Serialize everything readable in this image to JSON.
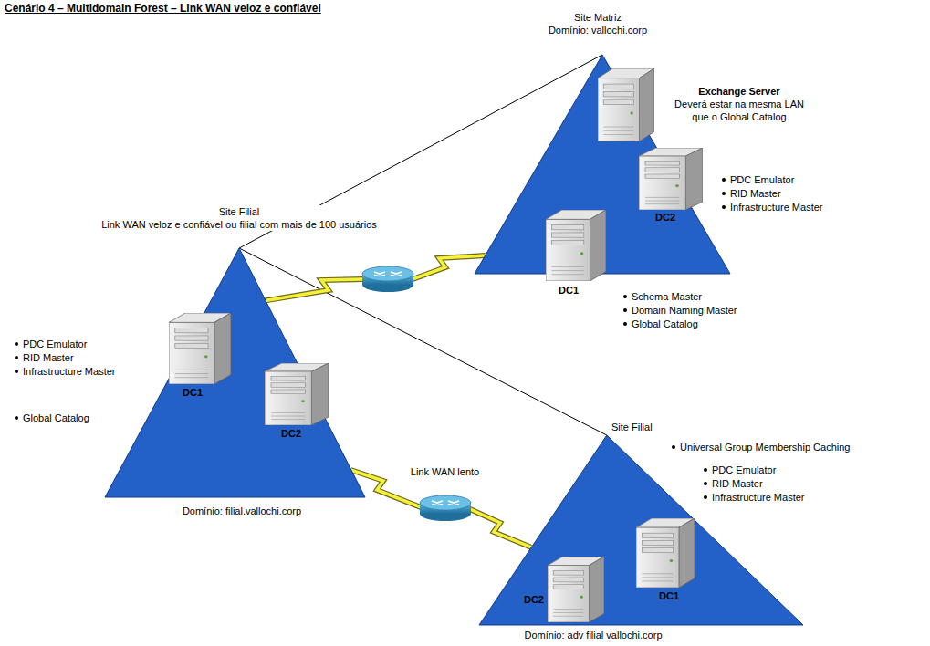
{
  "diagram": {
    "title": "Cenário 4 – Multidomain Forest – Link WAN veloz e confiável",
    "nodes": [
      {
        "text": [
          "Site Matriz",
          "Domínio: vallochi.corp"
        ]
      },
      {
        "text": [
          "Exchange Server",
          "Deverá estar na mesma LAN que o Global Catalog"
        ],
        "in": 0
      },
      {
        "text": [
          "DC2",
          "PDC Emulator",
          "RID Master",
          "Infrastructure Master"
        ],
        "in": 0
      },
      {
        "text": [
          "DC1",
          "Schema Master",
          "Domain Naming Master",
          "Global Catalog"
        ],
        "in": 0
      },
      {
        "text": [
          "Site Filial",
          "Link WAN veloz e confiável ou filial com mais de 100 usuários",
          "Domínio: filial.vallochi.corp"
        ]
      },
      {
        "text": [
          "DC1",
          "PDC Emulator",
          "RID Master",
          "Infrastructure Master",
          "Global Catalog"
        ],
        "in": 4
      },
      {
        "text": [
          "DC2"
        ],
        "in": 4
      },
      {
        "text": [
          "Site Filial",
          "Universal Group Membership Caching",
          "Domínio: adv filial vallochi.corp"
        ]
      },
      {
        "text": [
          "DC1",
          "PDC Emulator",
          "RID Master",
          "Infrastructure Master"
        ],
        "in": 7
      },
      {
        "text": [
          "DC2"
        ],
        "in": 7
      }
    ],
    "edges": [
      {
        "from": 4,
        "to": 0,
        "arrow": "none"
      },
      {
        "from": 4,
        "to": 7,
        "arrow": "none"
      },
      {
        "from": 4,
        "to": 0,
        "arrow": "none"
      },
      {
        "from": 4,
        "to": 7,
        "label": "Link WAN lento",
        "arrow": "none"
      }
    ]
  }
}
